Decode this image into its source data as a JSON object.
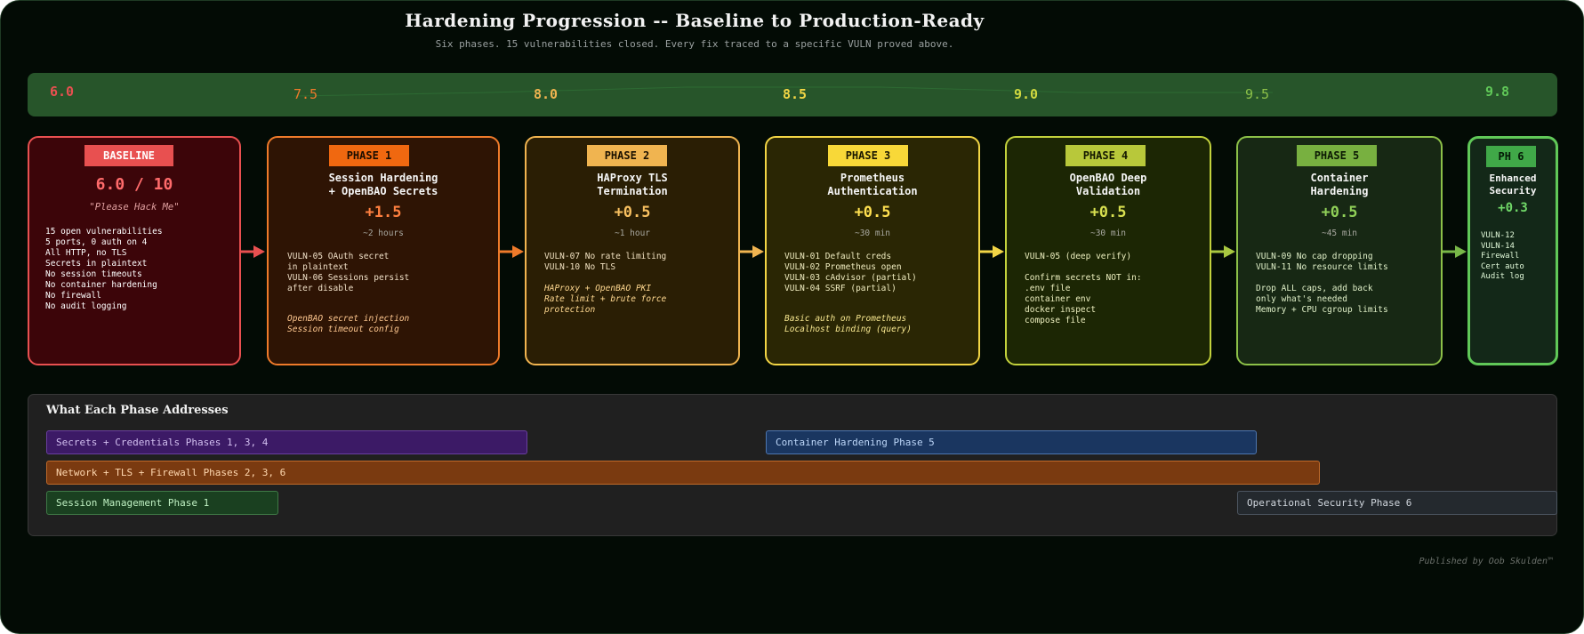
{
  "title": "Hardening Progression -- Baseline to Production-Ready",
  "subtitle": "Six phases. 15 vulnerabilities closed. Every fix traced to a specific VULN proved above.",
  "scores": [
    "6.0",
    "7.5",
    "8.0",
    "8.5",
    "9.0",
    "9.5",
    "9.8"
  ],
  "score_colors": [
    "#e85050",
    "#ee7a2a",
    "#f0b450",
    "#f2d545",
    "#d0d840",
    "#8cc048",
    "#60c858"
  ],
  "phases": [
    {
      "badge": "BASELINE",
      "headline": "6.0 / 10",
      "quote": "\"Please Hack Me\"",
      "items": "15 open vulnerabilities\n5 ports, 0 auth on 4\nAll HTTP, no TLS\nSecrets in plaintext\nNo session timeouts\nNo container hardening\nNo firewall\nNo audit logging",
      "color": "#e85050"
    },
    {
      "badge": "PHASE 1",
      "name": "Session Hardening\n+ OpenBAO Secrets",
      "score": "+1.5",
      "time": "~2 hours",
      "fixes": "VULN-05 OAuth secret\nin plaintext\nVULN-06 Sessions persist\nafter disable",
      "notes": "OpenBAO secret injection\nSession timeout config",
      "color": "#ee7a2a"
    },
    {
      "badge": "PHASE 2",
      "name": "HAProxy TLS\nTermination",
      "score": "+0.5",
      "time": "~1 hour",
      "fixes": "VULN-07 No rate limiting\nVULN-10 No TLS",
      "notes": "HAProxy + OpenBAO PKI\nRate limit + brute force\nprotection",
      "color": "#f0b450"
    },
    {
      "badge": "PHASE 3",
      "name": "Prometheus\nAuthentication",
      "score": "+0.5",
      "time": "~30 min",
      "fixes": "VULN-01 Default creds\nVULN-02 Prometheus open\nVULN-03 cAdvisor (partial)\nVULN-04 SSRF (partial)",
      "notes": "Basic auth on Prometheus\nLocalhost binding (query)",
      "color": "#f2d545"
    },
    {
      "badge": "PHASE 4",
      "name": "OpenBAO Deep\nValidation",
      "score": "+0.5",
      "time": "~30 min",
      "fixes": "VULN-05 (deep verify)\n\nConfirm secrets NOT in:\n.env file\ncontainer env\ndocker inspect\ncompose file",
      "notes": "",
      "color": "#c2d13c"
    },
    {
      "badge": "PHASE 5",
      "name": "Container\nHardening",
      "score": "+0.5",
      "time": "~45 min",
      "fixes": "VULN-09 No cap dropping\nVULN-11 No resource limits\n\nDrop ALL caps, add back\nonly what's needed\nMemory + CPU cgroup limits",
      "notes": "",
      "color": "#8cc048"
    },
    {
      "badge": "PH 6",
      "name": "Enhanced\nSecurity",
      "score": "+0.3",
      "time": "",
      "fixes": "VULN-12\nVULN-14\nFirewall\nCert auto\nAudit log",
      "notes": "",
      "color": "#60c858"
    }
  ],
  "addresses": {
    "title": "What Each Phase Addresses",
    "bars": [
      {
        "label": "Secrets + Credentials Phases 1, 3, 4",
        "bg": "#3c1a66",
        "border": "#6a3fa0",
        "color": "#d2bff0"
      },
      {
        "label": "Container Hardening Phase 5",
        "bg": "#1a3660",
        "border": "#4d76b0",
        "color": "#bcd6f8"
      },
      {
        "label": "Network + TLS + Firewall Phases 2, 3, 6",
        "bg": "#7a3a10",
        "border": "#c06a2a",
        "color": "#ffd8b0"
      },
      {
        "label": "Session Management Phase 1",
        "bg": "#1a4020",
        "border": "#3f7a46",
        "color": "#bff0c2"
      },
      {
        "label": "Operational Security Phase 6",
        "bg": "#24292e",
        "border": "#4c5560",
        "color": "#d0d6dd"
      }
    ]
  },
  "footer": "Published by Oob Skulden™"
}
